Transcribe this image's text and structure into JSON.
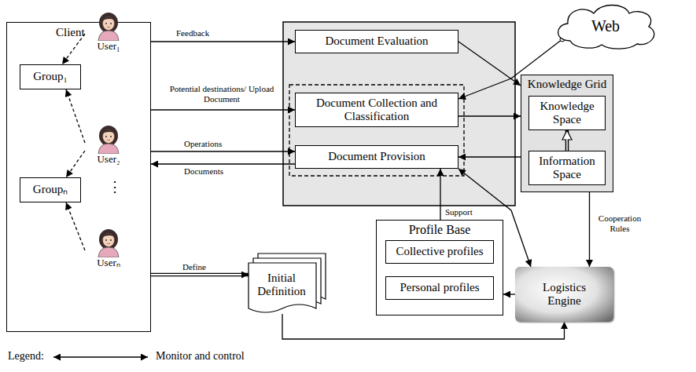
{
  "diagram": {
    "nodes": [
      {
        "text": [
          "Client"
        ]
      },
      {
        "text": [
          "User₁"
        ],
        "in": 0
      },
      {
        "text": [
          "Group₁"
        ],
        "in": 0
      },
      {
        "text": [
          "User₂"
        ],
        "in": 0
      },
      {
        "text": [
          "Groupₙ"
        ],
        "in": 0
      },
      {
        "text": [
          "Userₙ"
        ],
        "in": 0
      },
      {
        "text": [
          "Document Evaluation"
        ]
      },
      {
        "text": [
          "Document Collection and Classification"
        ]
      },
      {
        "text": [
          "Document Provision"
        ]
      },
      {
        "text": [
          "Web"
        ]
      },
      {
        "text": [
          "Knowledge Grid"
        ]
      },
      {
        "text": [
          "Knowledge Space"
        ],
        "in": 10
      },
      {
        "text": [
          "Information Space"
        ],
        "in": 10
      },
      {
        "text": [
          "Initial Definition"
        ]
      },
      {
        "text": [
          "Profile Base"
        ]
      },
      {
        "text": [
          "Collective profiles"
        ],
        "in": 14
      },
      {
        "text": [
          "Personal profiles"
        ],
        "in": 14
      },
      {
        "text": [
          "Logistics Engine"
        ]
      }
    ],
    "edges": [
      {
        "from": 1,
        "to": 2,
        "arrow": "to"
      },
      {
        "from": 3,
        "to": 2,
        "arrow": "to"
      },
      {
        "from": 3,
        "to": 4,
        "arrow": "to"
      },
      {
        "from": 5,
        "to": 4,
        "arrow": "to"
      },
      {
        "from": 0,
        "to": 6,
        "arrow": "to",
        "label": "Feedback"
      },
      {
        "from": 0,
        "to": 7,
        "arrow": "to",
        "label": "Potential destinations/ Upload Document"
      },
      {
        "from": 0,
        "to": 8,
        "arrow": "to",
        "label": "Operations"
      },
      {
        "from": 8,
        "to": 0,
        "arrow": "to",
        "label": "Documents"
      },
      {
        "from": 0,
        "to": 13,
        "arrow": "to",
        "label": "Define"
      },
      {
        "from": 6,
        "to": 10,
        "arrow": "to"
      },
      {
        "from": 9,
        "to": 7,
        "arrow": "to"
      },
      {
        "from": 7,
        "to": 10,
        "arrow": "to"
      },
      {
        "from": 10,
        "to": 8,
        "arrow": "to"
      },
      {
        "from": 12,
        "to": 11,
        "arrow": "to"
      },
      {
        "from": 10,
        "to": 17,
        "arrow": "to",
        "label": "Cooperation Rules"
      },
      {
        "from": 14,
        "to": 8,
        "arrow": "to",
        "label": "Support"
      },
      {
        "from": 17,
        "to": 8,
        "arrow": "both"
      },
      {
        "from": 17,
        "to": 14,
        "arrow": "to"
      },
      {
        "from": 13,
        "to": 17,
        "arrow": "to"
      }
    ],
    "labels": [
      "⋮",
      "Legend:"
    ],
    "legend": [
      {
        "text": "Monitor and control"
      }
    ]
  }
}
